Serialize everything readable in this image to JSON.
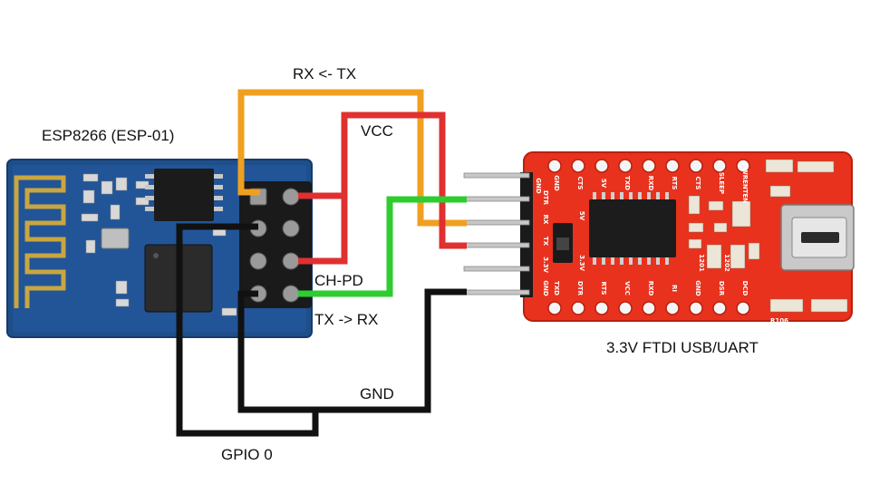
{
  "labels": {
    "esp_module": "ESP8266 (ESP-01)",
    "ftdi_module": "3.3V FTDI USB/UART",
    "rx_tx": "RX <- TX",
    "vcc": "VCC",
    "ch_pd": "CH-PD",
    "tx_rx": "TX -> RX",
    "gnd": "GND",
    "gpio0": "GPIO 0"
  },
  "ftdi_silkscreen": {
    "top_row": [
      "GND",
      "CTS",
      "5V",
      "TXD",
      "RXD",
      "RTS",
      "CTS",
      "SLEEP",
      "PWRENTEN"
    ],
    "header_row": [
      "GND",
      "DTR",
      "RX",
      "TX",
      "3.3V",
      "GND"
    ],
    "bottom_row": [
      "TXD",
      "DTR",
      "RTS",
      "VCC",
      "RXD",
      "RI",
      "GND",
      "DSR",
      "DCD"
    ],
    "jumper": [
      "5V",
      "3.3V"
    ],
    "part_codes": [
      "1201",
      "1202",
      "R106"
    ]
  },
  "colors": {
    "wire_rx_tx": "#f0a020",
    "wire_vcc": "#e03030",
    "wire_tx_rx": "#2ecc2e",
    "wire_black": "#111111",
    "esp_board": "#1f4f8a",
    "ftdi_board": "#e8321e"
  },
  "icons": [
    "antenna-trace-icon",
    "usb-connector-icon"
  ]
}
